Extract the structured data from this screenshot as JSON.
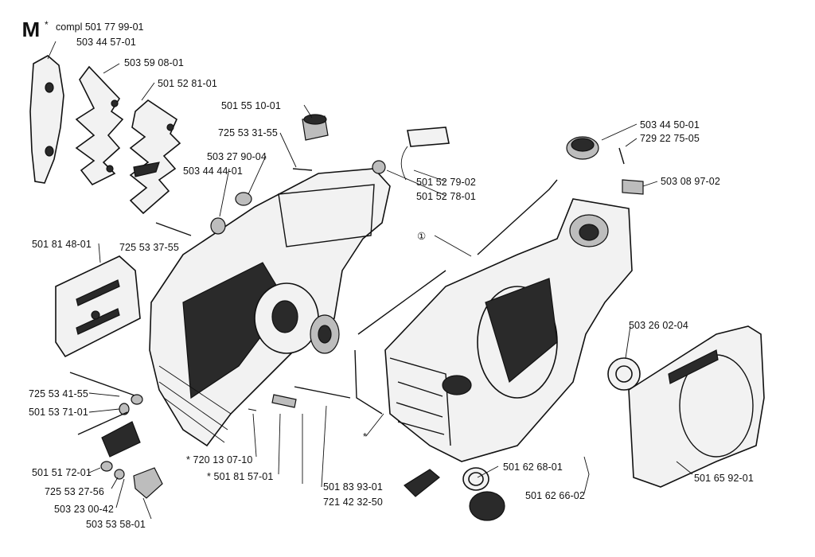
{
  "section": {
    "letter": "M",
    "star": "*",
    "kit_label": "compl 501 77 99-01"
  },
  "parts": {
    "p1": "503 44 57-01",
    "p2": "503 59 08-01",
    "p3": "501 52 81-01",
    "p4": "501 55 10-01",
    "p5": "725 53 31-55",
    "p6": "503 27 90-04",
    "p7": "503 44 44-01",
    "p8": "501 52 79-02",
    "p9": "501 52 78-01",
    "p10": "503 44 50-01",
    "p11": "729 22 75-05",
    "p12": "503 08 97-02",
    "p13": "501 81 48-01",
    "p14": "725 53 37-55",
    "p15": "①",
    "p16": "503 26 02-04",
    "p17": "725 53 41-55",
    "p18": "501 53 71-01",
    "p19": "501 51 72-01",
    "p20": "725 53 27-56",
    "p21": "503 23 00-42",
    "p22": "503 53 58-01",
    "p23": "* 720 13 07-10",
    "p24": "* 501 81 57-01",
    "p25": "501 83 93-01",
    "p26": "721 42 32-50",
    "p27": "501 62 68-01",
    "p28": "501 62 66-02",
    "p29": "501 65 92-01",
    "p30": "*"
  }
}
